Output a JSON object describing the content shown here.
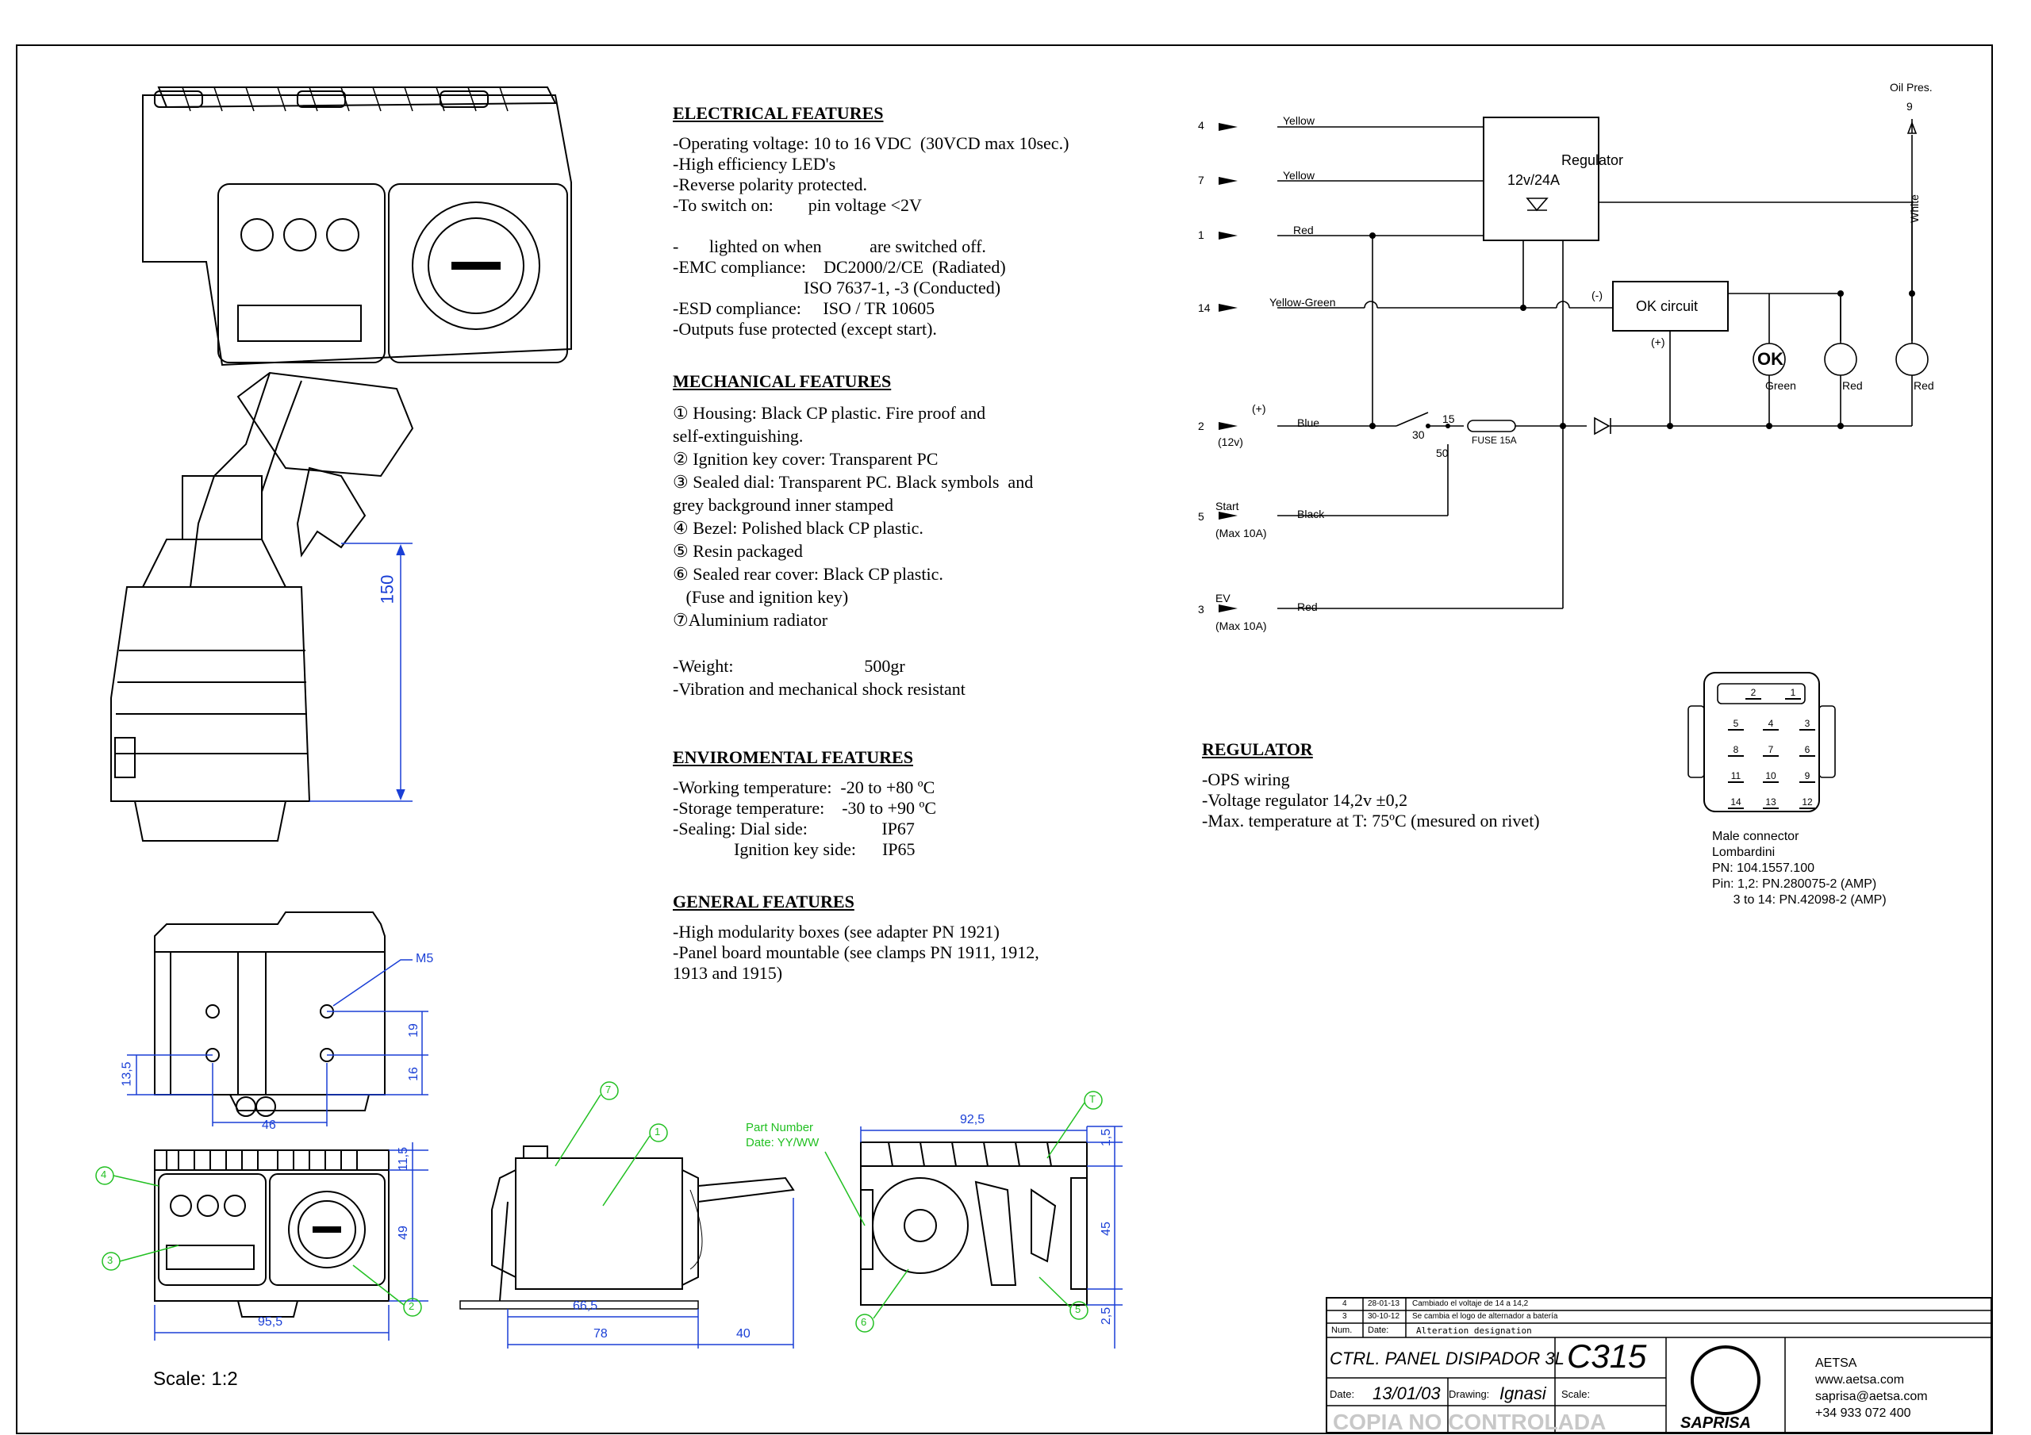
{
  "electrical": {
    "heading": "ELECTRICAL FEATURES",
    "lines": [
      "-Operating voltage: 10 to 16 VDC  (30VCD max 10sec.)",
      "-High efficiency LED's",
      "-Reverse polarity protected.",
      "-To switch on:        pin voltage <2V",
      "",
      "-       lighted on when           are switched off.",
      "-EMC compliance:    DC2000/2/CE  (Radiated)",
      "                              ISO 7637-1, -3 (Conducted)",
      "-ESD compliance:     ISO / TR 10605",
      "-Outputs fuse protected (except start)."
    ]
  },
  "mechanical": {
    "heading": "MECHANICAL FEATURES",
    "lines": [
      "① Housing: Black CP plastic. Fire proof and",
      "self-extinguishing.",
      "② Ignition key cover: Transparent PC",
      "③ Sealed dial: Transparent PC. Black symbols  and",
      "grey background inner stamped",
      "④ Bezel: Polished black CP plastic.",
      "⑤ Resin packaged",
      "⑥ Sealed rear cover: Black CP plastic.",
      "   (Fuse and ignition key)",
      "⑦Aluminium radiator",
      "",
      "-Weight:                              500gr",
      "-Vibration and mechanical shock resistant"
    ]
  },
  "environmental": {
    "heading": "ENVIROMENTAL FEATURES",
    "lines": [
      "-Working temperature:  -20 to +80 ºC",
      "-Storage temperature:    -30 to +90 ºC",
      "-Sealing: Dial side:                 IP67",
      "              Ignition key side:      IP65"
    ]
  },
  "general": {
    "heading": "GENERAL FEATURES",
    "lines": [
      "-High modularity boxes (see adapter PN 1921)",
      "-Panel board mountable (see clamps PN 1911, 1912,",
      "1913 and 1915)"
    ]
  },
  "regulator": {
    "heading": "REGULATOR",
    "lines": [
      "-OPS wiring",
      "-Voltage regulator 14,2v ±0,2",
      "-Max. temperature at T: 75ºC (mesured on rivet)"
    ]
  },
  "schematic": {
    "oil_pres": "Oil Pres.",
    "pin9": "9",
    "white": "White",
    "regulator_label": "Regulator",
    "regulator_rating": "12v/24A",
    "ok_circuit": "OK circuit",
    "minus": "(-)",
    "plus": "(+)",
    "ok": "OK",
    "green": "Green",
    "red1": "Red",
    "red2": "Red",
    "p4": "4",
    "p4c": "Yellow",
    "p7": "7",
    "p7c": "Yellow",
    "p1": "1",
    "p1c": "Red",
    "p14": "14",
    "p14c": "Yellow-Green",
    "p2": "2",
    "p2c": "Blue",
    "p2v": "(12v)",
    "p2s": "(+)",
    "k30": "30",
    "k15": "15",
    "k50": "50",
    "fuse": "FUSE 15A",
    "p5": "5",
    "p5n": "Start",
    "p5c": "Black",
    "p5m": "(Max 10A)",
    "p3": "3",
    "p3n": "EV",
    "p3c": "Red",
    "p3m": "(Max 10A)"
  },
  "connector": {
    "pins": [
      "2",
      "1",
      "5",
      "4",
      "3",
      "8",
      "7",
      "6",
      "11",
      "10",
      "9",
      "14",
      "13",
      "12"
    ],
    "lines": [
      "Male connector",
      "Lombardini",
      "PN: 104.1557.100",
      "Pin: 1,2: PN.280075-2 (AMP)",
      "      3 to 14: PN.42098-2 (AMP)"
    ]
  },
  "dims": {
    "d150": "150",
    "m5": "M5",
    "d19": "19",
    "d16": "16",
    "d135": "13,5",
    "d46": "46",
    "d115": "11,5",
    "d49": "49",
    "d955": "95,5",
    "d665": "66,5",
    "d78": "78",
    "d40": "40",
    "d925": "92,5",
    "d15": "1,5",
    "d45": "45",
    "d25": "2,5"
  },
  "callouts": {
    "c1": "1",
    "c2": "2",
    "c3": "3",
    "c4": "4",
    "c5": "5",
    "c6": "6",
    "c7": "7",
    "cT": "T",
    "part_number": "Part Number",
    "date": "Date: YY/WW"
  },
  "scale": "Scale: 1:2",
  "titleblock": {
    "rev4": [
      "4",
      "28-01-13",
      "Cambiado el voltaje de 14 a 14,2"
    ],
    "rev3": [
      "3",
      "30-10-12",
      "Se cambia el logo de alternador a batería"
    ],
    "hdr": [
      "Num.",
      "Date:",
      "Alteration designation"
    ],
    "title": "CTRL. PANEL DISIPADOR 3L",
    "code": "C315",
    "date_lbl": "Date:",
    "date_val": "13/01/03",
    "drawing_lbl": "Drawing:",
    "drawing_val": "Ignasi",
    "scale_lbl": "Scale:",
    "watermark": "COPIA NO CONTROLADA",
    "brand": "SAPRISA",
    "company": [
      "AETSA",
      "www.aetsa.com",
      "saprisa@aetsa.com",
      "+34 933 072 400"
    ]
  }
}
